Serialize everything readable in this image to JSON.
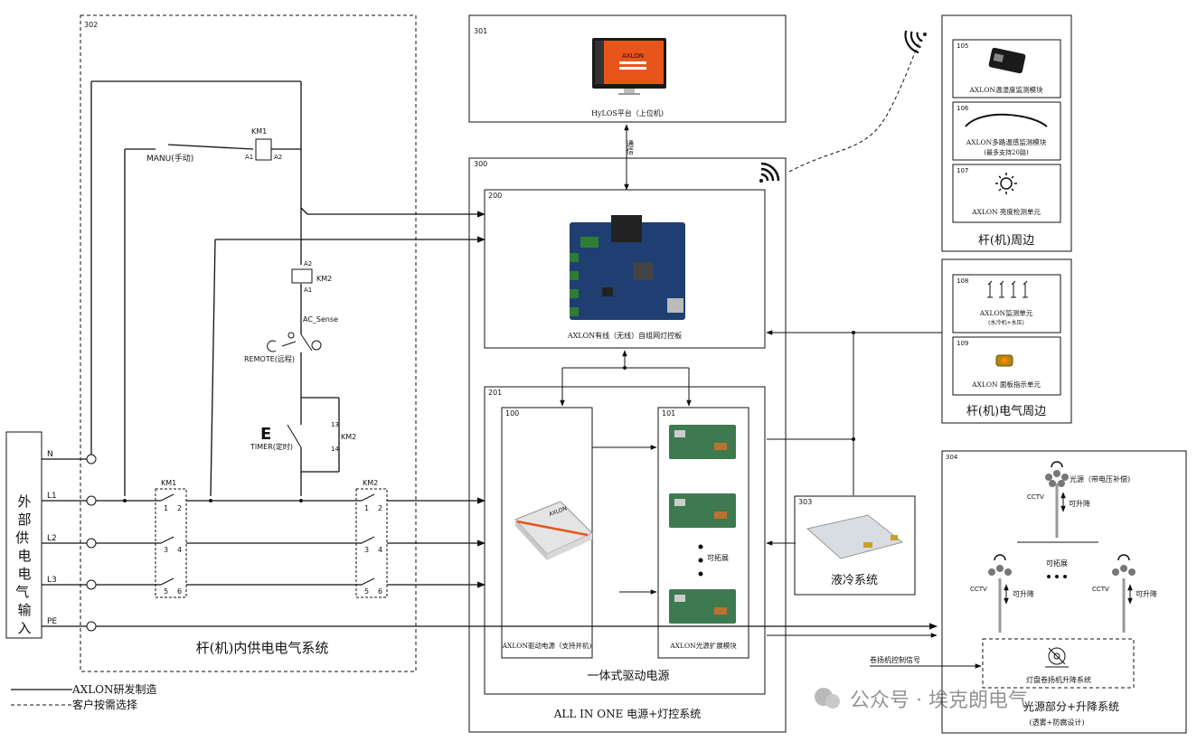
{
  "colors": {
    "line": "#111111",
    "pcb": "#1f3f73",
    "orange": "#e8551b",
    "cooling": "#d8dde2"
  },
  "legend": {
    "solid_label": "AXLON研发制造",
    "dashed_label": "客户按需选择"
  },
  "blocks": {
    "b302": {
      "id": "302",
      "title": "杆(机)内供电电气系统"
    },
    "b301": {
      "id": "301",
      "title": "HyLOS平台（上位机)"
    },
    "b300": {
      "id": "300",
      "title": "ALL IN ONE 电源+灯控系统"
    },
    "b200": {
      "id": "200",
      "title": "AXLON有线（无线）自组网灯控板"
    },
    "b201": {
      "id": "201",
      "title": "一体式驱动电源"
    },
    "b100": {
      "id": "100",
      "title": "AXLON驱动电源（支持并机)"
    },
    "b101": {
      "id": "101",
      "title": "AXLON光源扩展模块",
      "expand": "可拓展"
    },
    "b303": {
      "id": "303",
      "title": "液冷系统"
    },
    "b304": {
      "id": "304",
      "title": "光源部分+升降系统",
      "subtitle": "(透雾+防腐设计)",
      "light_source": "光源（带电压补偿)",
      "cctv": "CCTV",
      "lift": "可升降",
      "expand": "可拓展",
      "winch_title": "灯盘卷扬机升降系统",
      "winch_signal": "卷扬机控制信号"
    },
    "b105": {
      "id": "105",
      "title": "AXLON温湿度监测模块"
    },
    "b106": {
      "id": "106",
      "title": "AXLON多路温感监测模块",
      "note": "(最多支持20路)"
    },
    "b107": {
      "id": "107",
      "title": "AXLON 亮度检测单元"
    },
    "pole_periph": {
      "title": "杆(机)周边"
    },
    "b108": {
      "id": "108",
      "title": "AXLON监测单元",
      "note": "(水冷机+水压)"
    },
    "b109": {
      "id": "109",
      "title": "AXLON 面板指示单元"
    },
    "pole_elec_periph": {
      "title": "杆(机)电气周边"
    }
  },
  "input": {
    "label": "外部供电电气输入",
    "lines": [
      "N",
      "L1",
      "L2",
      "L3",
      "PE"
    ]
  },
  "components": {
    "manu": "MANU(手动)",
    "km1": "KM1",
    "km2": "KM2",
    "a1": "A1",
    "a2": "A2",
    "ac_sense": "AC_Sense",
    "remote": "REMOTE(远程)",
    "timer": "TIMER(定时)",
    "c13": "13",
    "c14": "14",
    "p1": "1",
    "p2": "2",
    "p3": "3",
    "p4": "4",
    "p5": "5",
    "p6": "6",
    "lan": "通信"
  },
  "monitor": {
    "brand": "AXLON"
  },
  "watermark": "公众号 · 埃克朗电气"
}
